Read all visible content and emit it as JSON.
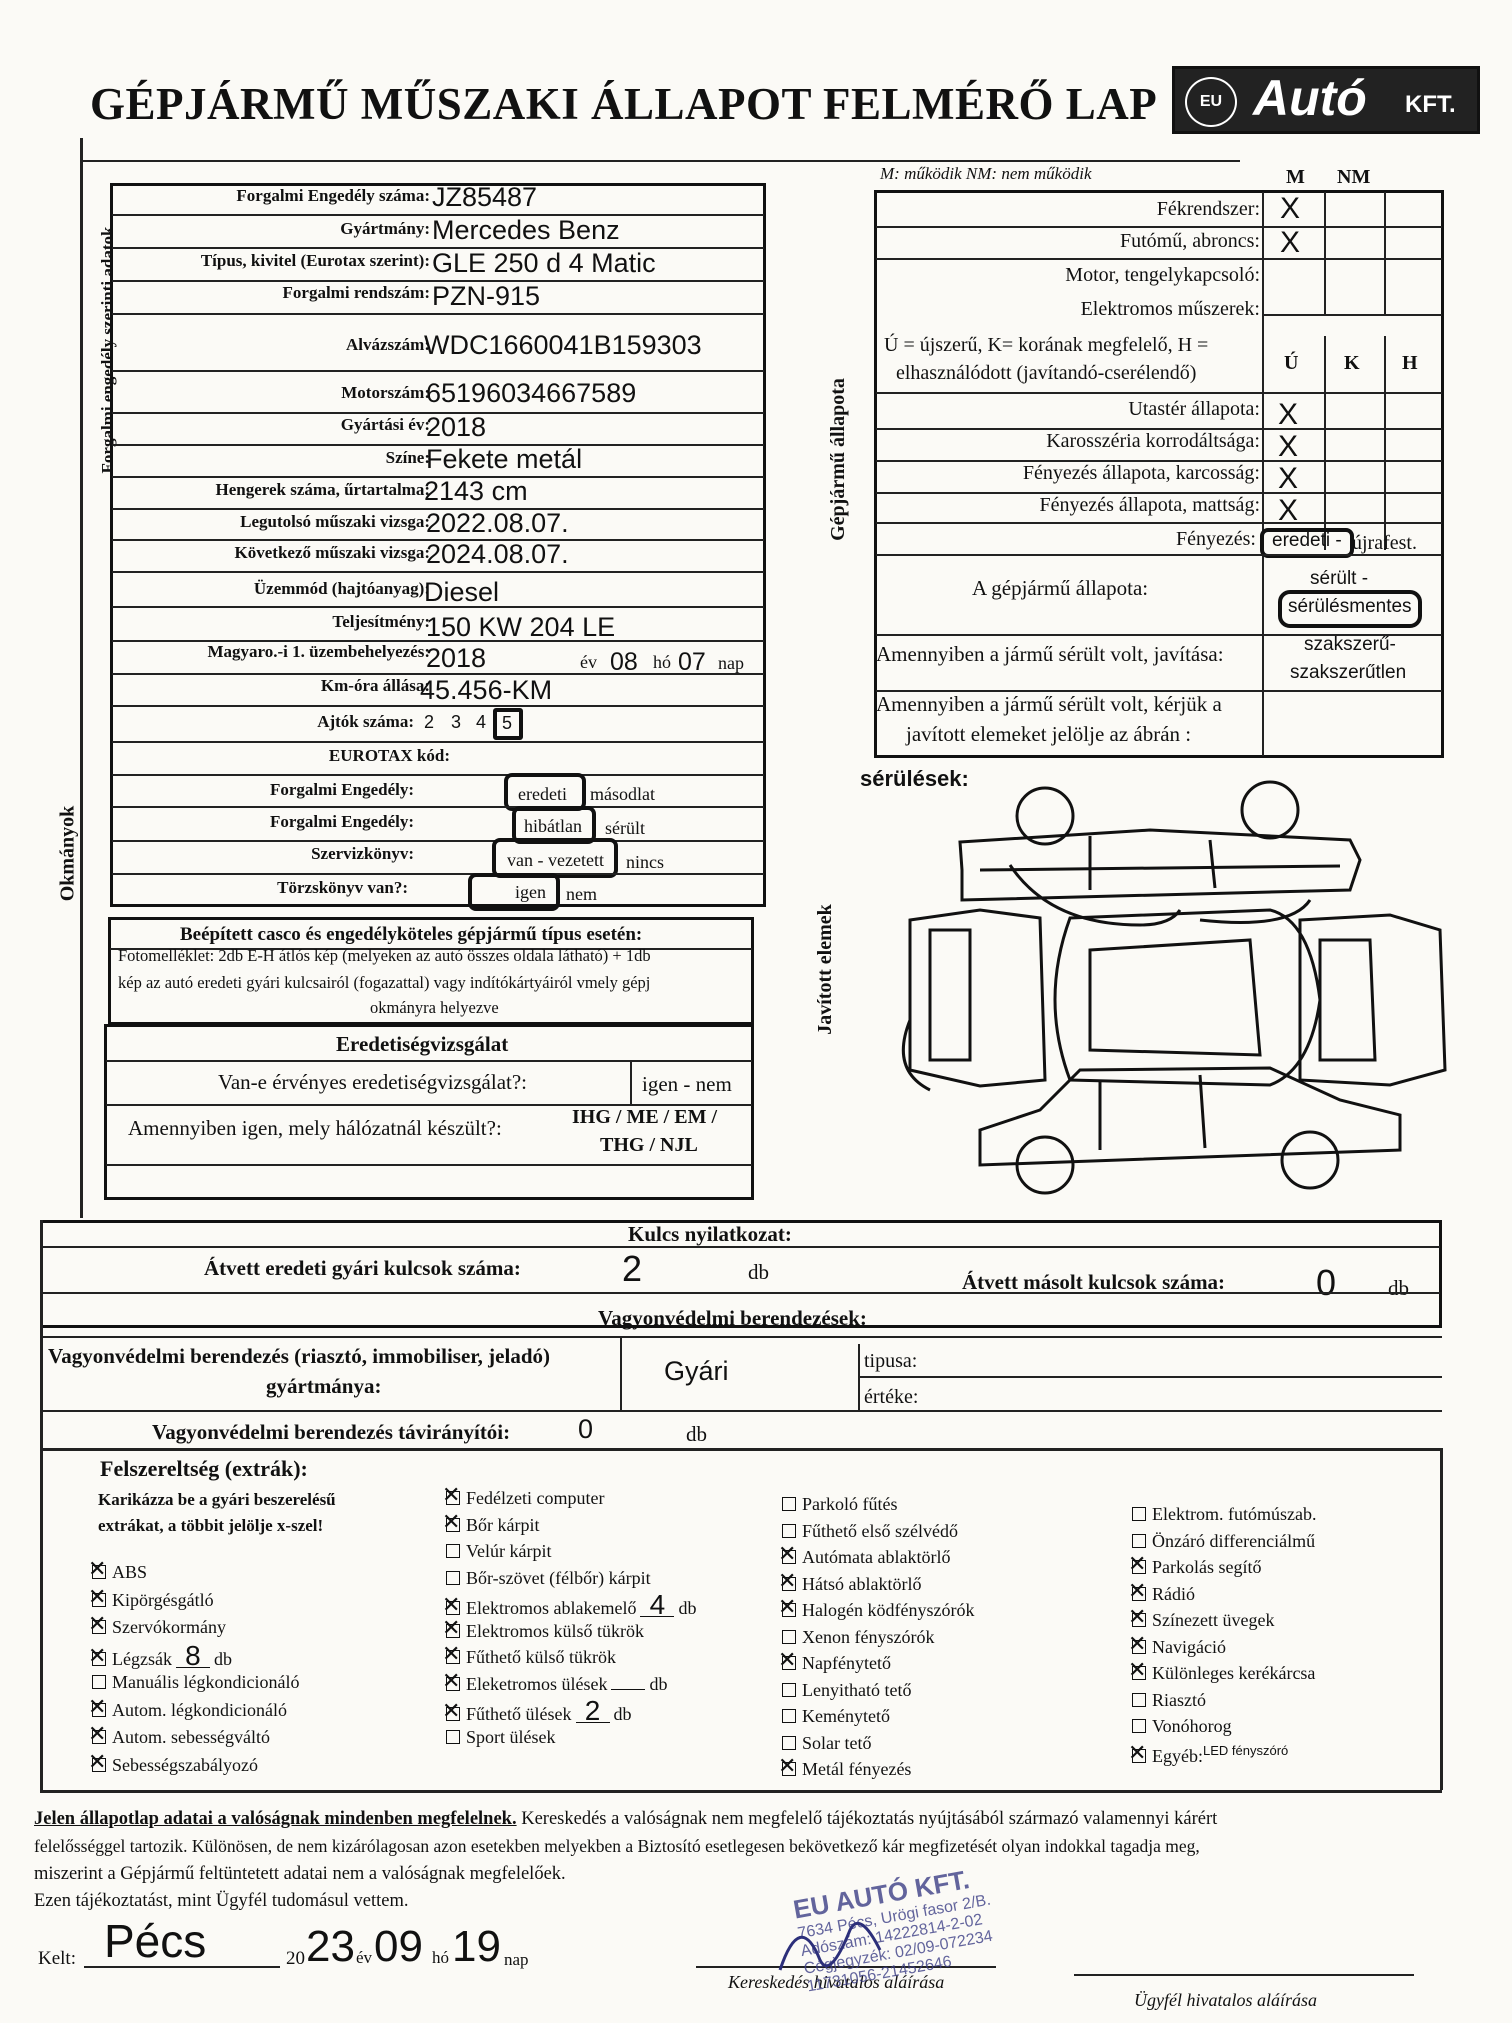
{
  "title": "GÉPJÁRMŰ MŰSZAKI ÁLLAPOT FELMÉRŐ LAP",
  "logo": {
    "eu": "EU",
    "brand": "Autó",
    "suffix": "KFT."
  },
  "side_labels": {
    "registration": "Forgalmi engedély szerinti adatok",
    "documents": "Okmányok",
    "condition": "Gépjármű állapota",
    "repaired": "Javított elemek"
  },
  "vehicle": [
    {
      "label": "Forgalmi Engedély száma:",
      "value": "JZ85487"
    },
    {
      "label": "Gyártmány:",
      "value": "Mercedes Benz"
    },
    {
      "label": "Típus, kivitel (Eurotax szerint):",
      "value": "GLE 250 d 4 Matic"
    },
    {
      "label": "Forgalmi rendszám:",
      "value": "PZN-915"
    },
    {
      "label": "Alvázszám:",
      "value": "WDC1660041B159303"
    },
    {
      "label": "Motorszám:",
      "value": "65196034667589"
    },
    {
      "label": "Gyártási év:",
      "value": "2018"
    },
    {
      "label": "Színe:",
      "value": "Fekete metál"
    },
    {
      "label": "Hengerek száma, űrtartalma:",
      "value": "2143 cm"
    },
    {
      "label": "Legutolsó műszaki vizsga:",
      "value": "2022.08.07."
    },
    {
      "label": "Következő műszaki vizsga:",
      "value": "2024.08.07."
    },
    {
      "label": "Üzemmód (hajtóanyag):",
      "value": "Diesel"
    },
    {
      "label": "Teljesítmény:",
      "value": "150 KW 204 LE"
    }
  ],
  "first_reg": {
    "label": "Magyaro.-i 1. üzembehelyezés:",
    "year": "2018",
    "ev": "év",
    "month": "08",
    "ho": "hó",
    "day": "07",
    "nap": "nap"
  },
  "km": {
    "label": "Km-óra állása:",
    "value": "45.456-KM"
  },
  "doors": {
    "label": "Ajtók száma:",
    "options": [
      "2",
      "3",
      "4",
      "5"
    ]
  },
  "eurotax": {
    "label": "EUROTAX kód:"
  },
  "docs": [
    {
      "label": "Forgalmi Engedély:",
      "a": "eredeti",
      "sep": " - ",
      "b": "másodlat"
    },
    {
      "label": "Forgalmi Engedély:",
      "a": "hibátlan",
      "sep": " - ",
      "b": "sérült"
    },
    {
      "label": "Szervizkönyv:",
      "a": "van - vezetett",
      "sep": " - ",
      "b": "nincs"
    },
    {
      "label": "Törzskönyv van?:",
      "a": "igen",
      "sep": " ",
      "b": "nem"
    }
  ],
  "casco": {
    "title": "Beépített casco és engedélyköteles gépjármű típus esetén:",
    "text1": "Fotomelléklet: 2db E-H átlós kép (melyeken az autó összes oldala látható) + 1db",
    "text2": "kép az autó eredeti gyári kulcsairól (fogazattal) vagy indítókártyáiról vmely gépj",
    "text3": "okmányra helyezve"
  },
  "origin": {
    "title": "Eredetiségvizsgálat",
    "q1": "Van-e érvényes eredetiségvizsgálat?:",
    "a1": "igen - nem",
    "q2": "Amennyiben igen, mely hálózatnál készült?:",
    "a2a": "IHG / ME / EM /",
    "a2b": "THG / NJL"
  },
  "status": {
    "legend": "M: működik   NM: nem működik",
    "col_m": "M",
    "col_nm": "NM",
    "rows": [
      {
        "label": "Fékrendszer:",
        "mark": "X"
      },
      {
        "label": "Futómű, abroncs:",
        "mark": "X"
      },
      {
        "label": "Motor, tengelykapcsoló:",
        "mark": ""
      },
      {
        "label": "Elektromos műszerek:",
        "mark": ""
      }
    ],
    "legend2a": "Ú = újszerű, K= korának megfelelő, H =",
    "legend2b": "elhasználódott (javítandó-cserélendő)",
    "col_u": "Ú",
    "col_k": "K",
    "col_h": "H",
    "rows2": [
      {
        "label": "Utastér állapota:",
        "mark": "X"
      },
      {
        "label": "Karosszéria korrodáltsága:",
        "mark": "X"
      },
      {
        "label": "Fényezés állapota, karcosság:",
        "mark": "X"
      },
      {
        "label": "Fényezés állapota, mattság:",
        "mark": "X"
      }
    ],
    "paint_label": "Fényezés:",
    "paint_a": "eredeti -",
    "paint_b": "újrafest.",
    "state_label": "A gépjármű állapota:",
    "state_a": "sérült -",
    "state_b": "sérülésmentes",
    "repair_label": "Amennyiben a jármű sérült volt, javítása:",
    "repair_a": "szakszerű-",
    "repair_b": "szakszerűtlen",
    "mark_label1": "Amennyiben a jármű sérült volt, kérjük a",
    "mark_label2": "javított elemeket jelölje az ábrán :"
  },
  "damage_label": "sérülések:",
  "keys": {
    "title": "Kulcs nyilatkozat:",
    "orig_label": "Átvett eredeti gyári kulcsok száma:",
    "orig_value": "2",
    "unit": "db",
    "copy_label": "Átvett másolt kulcsok száma:",
    "copy_value": "0"
  },
  "security": {
    "title": "Vagyonvédelmi berendezések:",
    "label1": "Vagyonvédelmi berendezés (riasztó, immobiliser, jeladó)",
    "label2": "gyártmánya:",
    "value": "Gyári",
    "type_label": "tipusa:",
    "value_label": "értéke:",
    "remote_label": "Vagyonvédelmi berendezés távirányítói:",
    "remote_value": "0",
    "unit": "db"
  },
  "extras": {
    "title": "Felszereltség (extrák):",
    "hint1": "Karikázza be a gyári beszerelésű",
    "hint2": "extrákat, a többit jelölje x-szel!",
    "col1": [
      {
        "label": "ABS",
        "checked": true
      },
      {
        "label": "Kipörgésgátló",
        "checked": true
      },
      {
        "label": "Szervókormány",
        "checked": true
      },
      {
        "label": "Légzsák",
        "checked": true,
        "count": "8",
        "unit": "db"
      },
      {
        "label": "Manuális légkondicionáló",
        "checked": false
      },
      {
        "label": "Autom. légkondicionáló",
        "checked": true
      },
      {
        "label": "Autom. sebességváltó",
        "checked": true
      },
      {
        "label": "Sebességszabályozó",
        "checked": true
      }
    ],
    "col2": [
      {
        "label": "Fedélzeti computer",
        "checked": true
      },
      {
        "label": "Bőr kárpit",
        "checked": true
      },
      {
        "label": "Velúr kárpit",
        "checked": false
      },
      {
        "label": "Bőr-szövet (félbőr) kárpit",
        "checked": false
      },
      {
        "label": "Elektromos ablakemelő",
        "checked": true,
        "count": "4",
        "unit": "db"
      },
      {
        "label": "Elektromos külső tükrök",
        "checked": true
      },
      {
        "label": "Fűthető külső tükrök",
        "checked": true
      },
      {
        "label": "Eleketromos ülések",
        "checked": true,
        "count": "",
        "unit": "db"
      },
      {
        "label": "Fűthető ülések",
        "checked": true,
        "count": "2",
        "unit": "db"
      },
      {
        "label": "Sport ülések",
        "checked": false
      }
    ],
    "col3": [
      {
        "label": "Parkoló fűtés",
        "checked": false
      },
      {
        "label": "Fűthető első szélvédő",
        "checked": false
      },
      {
        "label": "Autómata ablaktörlő",
        "checked": true
      },
      {
        "label": "Hátsó ablaktörlő",
        "checked": true
      },
      {
        "label": "Halogén ködfényszórók",
        "checked": true
      },
      {
        "label": "Xenon fényszórók",
        "checked": false
      },
      {
        "label": "Napfénytető",
        "checked": true
      },
      {
        "label": "Lenyitható tető",
        "checked": false
      },
      {
        "label": "Keménytető",
        "checked": false
      },
      {
        "label": "Solar tető",
        "checked": false
      },
      {
        "label": "Metál fényezés",
        "checked": true
      }
    ],
    "col4": [
      {
        "label": "Elektrom. futómúszab.",
        "checked": false
      },
      {
        "label": "Önzáró differenciálmű",
        "checked": false
      },
      {
        "label": "Parkolás segítő",
        "checked": true
      },
      {
        "label": "Rádió",
        "checked": true
      },
      {
        "label": "Színezett üvegek",
        "checked": true
      },
      {
        "label": "Navigáció",
        "checked": true
      },
      {
        "label": "Különleges kerékárcsa",
        "checked": true
      },
      {
        "label": "Riasztó",
        "checked": false
      },
      {
        "label": "Vonóhorog",
        "checked": false
      },
      {
        "label": "Egyéb:",
        "checked": true,
        "note": "LED fényszóró"
      }
    ]
  },
  "declaration": {
    "lead": "Jelen állapotlap adatai a valóságnak mindenben megfelelnek.",
    "line1": "Kereskedés a valóságnak nem megfelelő tájékoztatás nyújtásából származó valamennyi kárért",
    "line2": "felelősséggel tartozik. Különösen, de nem kizárólagosan azon esetekben melyekben a Biztosító esetlegesen bekövetkező kár megfizetését olyan indokkal tagadja meg,",
    "line3": "miszerint a Gépjármű feltüntetett adatai nem a valóságnak megfelelőek.",
    "line4": "Ezen tájékoztatást, mint Ügyfél tudomásul vettem."
  },
  "signing": {
    "kelt": "Kelt:",
    "place": "Pécs",
    "year_prefix": "20",
    "year": "23",
    "ev": "év",
    "month": "09",
    "ho": "hó",
    "day": "19",
    "nap": "nap",
    "dealer_sig": "Kereskedés hivatalos aláírása",
    "client_sig": "Ügyfél hivatalos aláírása"
  },
  "stamp": {
    "l1": "EU AUTÓ KFT.",
    "l2": "7634 Pécs, Urögi fasor 2/B.",
    "l3": "Adószám: 14222814-2-02",
    "l4": "Cégjegyzék: 02/09-072234",
    "l5": "11731056-21452646"
  }
}
